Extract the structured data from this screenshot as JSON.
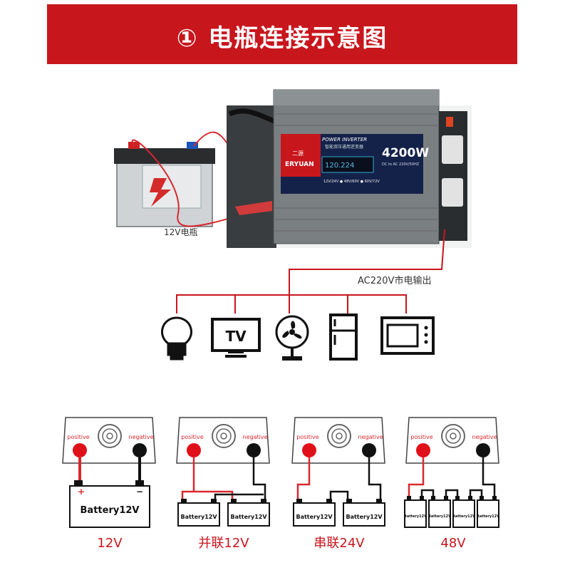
{
  "header": {
    "title": "① 电瓶连接示意图"
  },
  "top_diagram": {
    "battery_label": "12V电瓶",
    "output_label": "AC220V市电输出",
    "inverter": {
      "brand_cn": "二源",
      "brand_en": "ERYUAN",
      "banner": "POWER INVERTER",
      "subtitle": "智能双压通用逆变器",
      "power": "4200W",
      "spec": "DC to AC 220V/50HZ",
      "display": "120.224",
      "voltages": "12V/24V ● 48V/60V ● 60V/72V"
    },
    "appliances": [
      {
        "name": "bulb",
        "icon": "light-bulb-icon"
      },
      {
        "name": "tv",
        "icon": "tv-icon",
        "text": "TV"
      },
      {
        "name": "fan",
        "icon": "fan-icon"
      },
      {
        "name": "fridge",
        "icon": "refrigerator-icon"
      },
      {
        "name": "oven",
        "icon": "microwave-oven-icon"
      }
    ]
  },
  "connections": [
    {
      "label": "12V",
      "pos_text": "positive",
      "neg_text": "negative",
      "battery_text": "Battery12V",
      "plus": "+",
      "minus": "−"
    },
    {
      "label": "并联12V",
      "pos_text": "positive",
      "neg_text": "negative",
      "battery_text": "Battery12V"
    },
    {
      "label": "串联24V",
      "pos_text": "positive",
      "neg_text": "negative",
      "battery_text": "Battery12V"
    },
    {
      "label": "48V",
      "pos_text": "positive",
      "neg_text": "negative",
      "battery_text": "Battery12V"
    }
  ],
  "colors": {
    "brand_red": "#c8161d",
    "wire_red": "#d9282f",
    "wire_black": "#111111",
    "label_red": "#c8161d"
  }
}
